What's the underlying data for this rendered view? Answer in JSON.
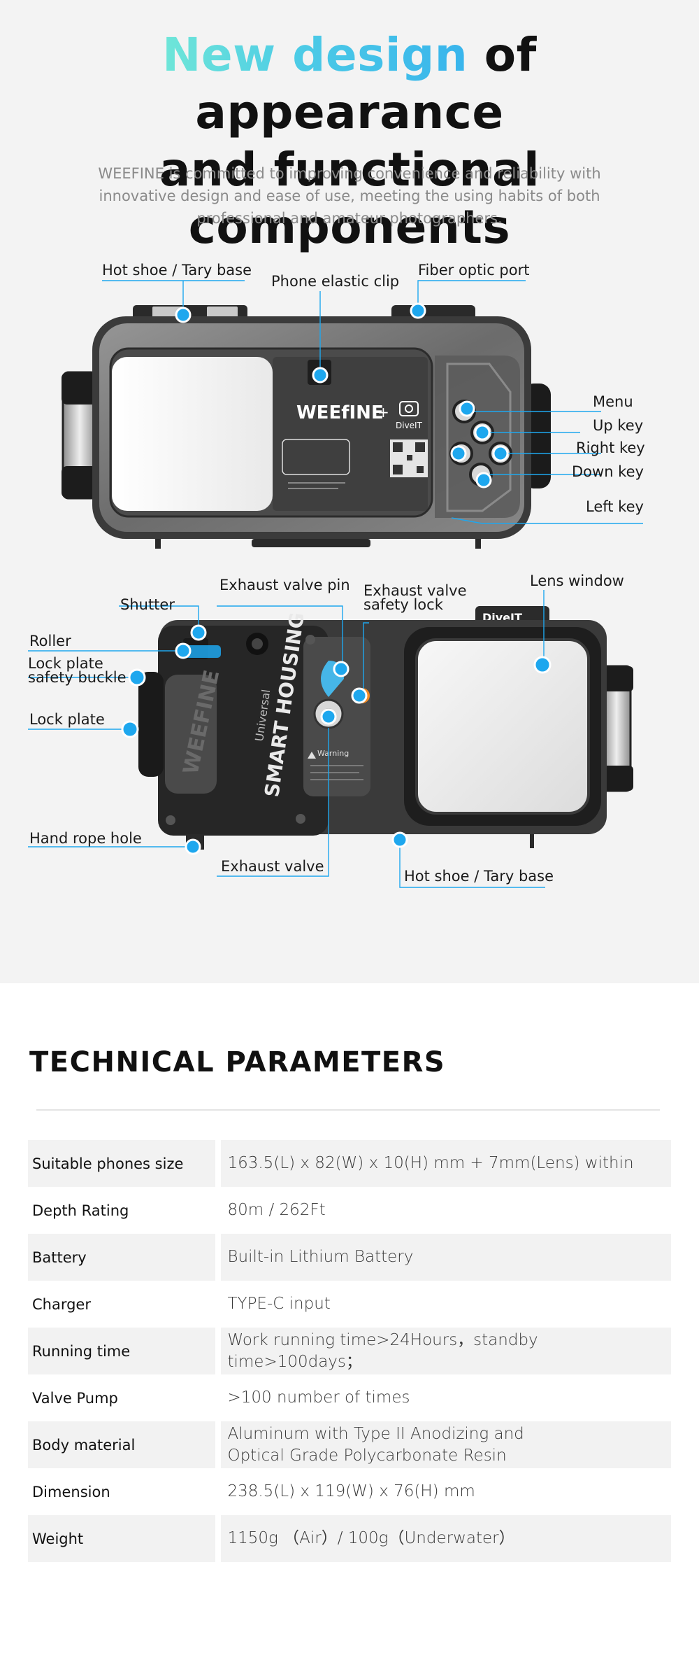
{
  "headline": {
    "accent": "New design",
    "line1_rest": " of appearance",
    "line2": "and functional components"
  },
  "subtitle": "WEEFINE is committed to improving convenience and reliability with innovative design and ease of use, meeting the using habits of both professional and amateur photographers.",
  "colors": {
    "accent_start": "#6fe6d8",
    "accent_end": "#38b4ec",
    "marker": "#1ea7ee",
    "orange_knob": "#f08a24"
  },
  "housing_front": {
    "brand": "WEEfINE",
    "plus": "+",
    "divelt": "DiveIT",
    "callouts": {
      "hot_shoe": "Hot shoe / Tary base",
      "phone_clip": "Phone elastic clip",
      "fiber_port": "Fiber optic port",
      "menu": "Menu",
      "up_key": "Up key",
      "right_key": "Right key",
      "down_key": "Down key",
      "left_key": "Left key"
    }
  },
  "housing_back": {
    "divelt": "DiveIT",
    "label_universal": "Universal",
    "label_smart": "SMART HOUSING",
    "label_brand_side": "WEEFINE",
    "warning": "Warning",
    "callouts": {
      "shutter": "Shutter",
      "exhaust_pin": "Exhaust valve pin",
      "exhaust_lock_1": "Exhaust valve",
      "exhaust_lock_2": "safety lock",
      "lens_window": "Lens window",
      "roller": "Roller",
      "lock_buckle_1": "Lock plate",
      "lock_buckle_2": "safety buckle",
      "lock_plate": "Lock plate",
      "hand_rope": "Hand rope hole",
      "exhaust_valve": "Exhaust valve",
      "hot_shoe": "Hot shoe / Tary base"
    }
  },
  "params": {
    "title": "TECHNICAL PARAMETERS",
    "rows": [
      {
        "k": "Suitable phones size",
        "v": "163.5(L) x 82(W) x 10(H) mm + 7mm(Lens) within"
      },
      {
        "k": "Depth Rating",
        "v": "80m / 262Ft"
      },
      {
        "k": "Battery",
        "v": "Built-in Lithium Battery"
      },
      {
        "k": "Charger",
        "v": "TYPE-C input"
      },
      {
        "k": "Running time",
        "v": "Work running time>24Hours，standby time>100days；"
      },
      {
        "k": "Valve Pump",
        "v": ">100 number of times"
      },
      {
        "k": "Body material",
        "v": "Aluminum with Type II Anodizing and Optical Grade Polycarbonate Resin"
      },
      {
        "k": "Dimension",
        "v": "238.5(L) x 119(W) x 76(H) mm"
      },
      {
        "k": "Weight",
        "v": "1150g （Air）/ 100g（Underwater）"
      }
    ]
  }
}
